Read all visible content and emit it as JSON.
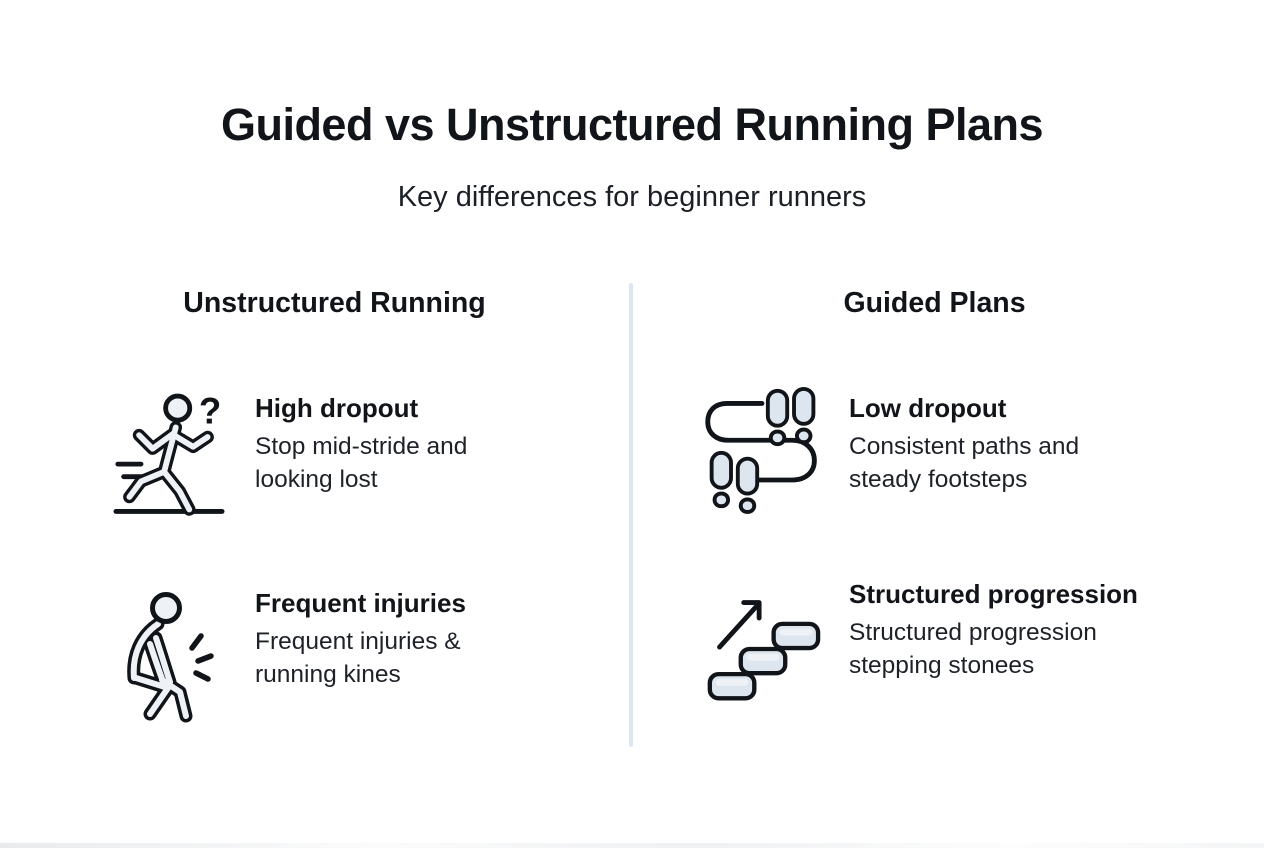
{
  "header": {
    "title": "Guided vs Unstructured Running Plans",
    "subtitle": "Key differences for beginner runners"
  },
  "columns": [
    {
      "heading": "Unstructured Running",
      "items": [
        {
          "icon": "runner-question-icon",
          "title": "High dropout",
          "description": "Stop mid-stride and\nlooking lost"
        },
        {
          "icon": "knee-injury-icon",
          "title": "Frequent injuries",
          "description": "Frequent injuries &\nrunning kines"
        }
      ]
    },
    {
      "heading": "Guided Plans",
      "items": [
        {
          "icon": "footsteps-path-icon",
          "title": "Low dropout",
          "description": "Consistent paths and\nsteady footsteps"
        },
        {
          "icon": "stepping-stones-icon",
          "title": "Structured progression",
          "description": "Structured progression\nstepping stonees"
        }
      ]
    }
  ],
  "icons": {
    "question_mark": "?"
  },
  "colors": {
    "bg": "#ffffff",
    "ink": "#111418",
    "subtitle": "#1c2026",
    "desc": "#1e2228",
    "divider": "#dce6f2",
    "icon-fill": "#eef1f6",
    "stone-fill": "#dde5ee"
  }
}
